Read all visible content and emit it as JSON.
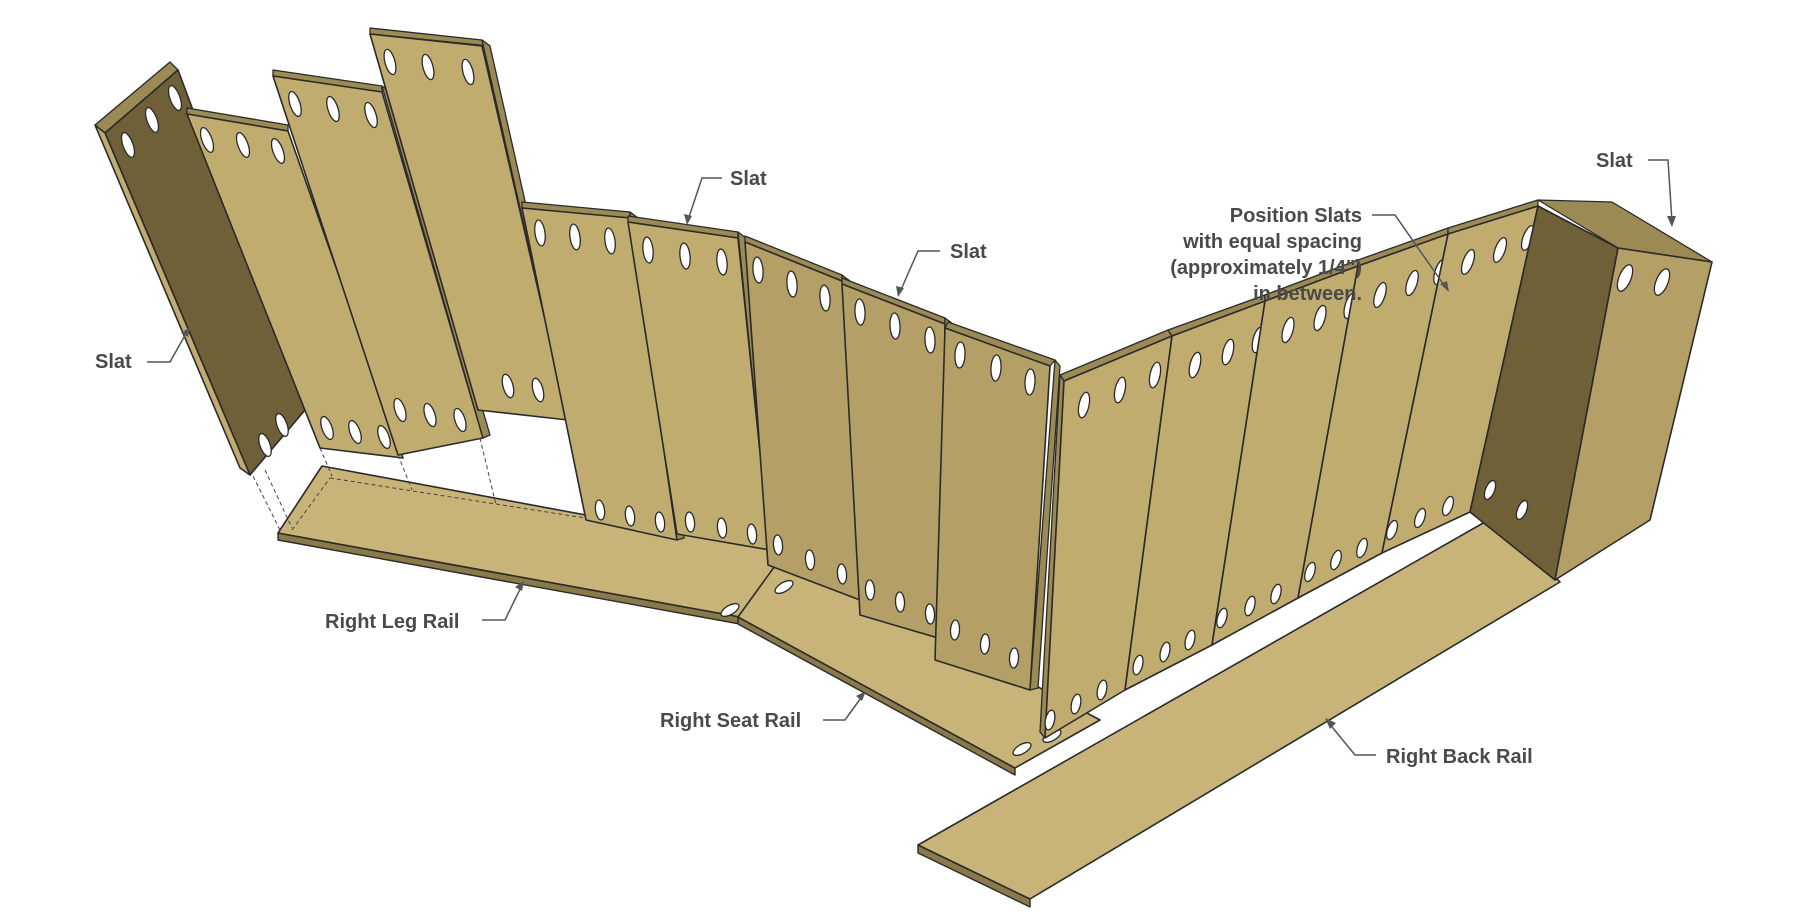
{
  "labels": {
    "slat_left": "Slat",
    "slat_top_mid": "Slat",
    "slat_mid": "Slat",
    "slat_right": "Slat",
    "position_line1": "Position Slats",
    "position_line2": "with equal spacing",
    "position_line3": "(approximately 1/4\")",
    "position_line4": "in between.",
    "right_leg_rail": "Right Leg Rail",
    "right_seat_rail": "Right Seat Rail",
    "right_back_rail": "Right Back Rail"
  },
  "colors": {
    "wood_top": "#c8b478",
    "wood_face": "#c1ac70",
    "wood_shade": "#b4a066",
    "wood_dark": "#6f6038",
    "outline": "#2a2a2a",
    "label_text": "#4a4a4a"
  }
}
